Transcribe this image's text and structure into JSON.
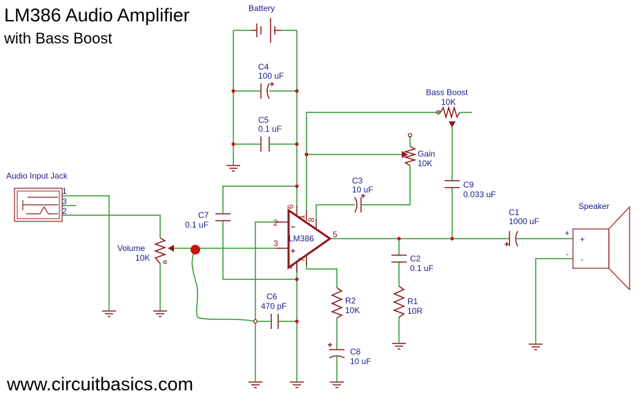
{
  "title": {
    "line1": "LM386 Audio Amplifier",
    "line2": "with Bass Boost"
  },
  "footer": "www.circuitbasics.com",
  "ic": {
    "name": "LM386",
    "pins": {
      "p1": "1",
      "p2": "2",
      "p3": "3",
      "p4": "4",
      "p5": "5",
      "p6": "6",
      "p7": "7",
      "p8": "8"
    },
    "minus": "−",
    "plus": "+"
  },
  "battery": {
    "label": "Battery"
  },
  "c4": {
    "ref": "C4",
    "value": "100 uF"
  },
  "c5": {
    "ref": "C5",
    "value": "0.1 uF"
  },
  "c3": {
    "ref": "C3",
    "value": "10 uF"
  },
  "c7": {
    "ref": "C7",
    "value": "0.1 uF"
  },
  "c6": {
    "ref": "C6",
    "value": "470 pF"
  },
  "c8": {
    "ref": "C8",
    "value": "10 uF"
  },
  "c2": {
    "ref": "C2",
    "value": "0.1 uF"
  },
  "c9": {
    "ref": "C9",
    "value": "0.033 uF"
  },
  "c1": {
    "ref": "C1",
    "value": "1000 uF"
  },
  "r1": {
    "ref": "R1",
    "value": "10R"
  },
  "r2": {
    "ref": "R2",
    "value": "10K"
  },
  "bass_boost": {
    "ref": "Bass Boost",
    "value": "10K"
  },
  "gain": {
    "ref": "Gain",
    "value": "10K"
  },
  "volume": {
    "ref": "Volume",
    "value": "10K"
  },
  "input_jack": {
    "label": "Audio Input Jack",
    "pins": [
      "1",
      "3",
      "2"
    ]
  },
  "speaker": {
    "label": "Speaker",
    "plus": "+",
    "minus": "-",
    "term_plus": "+",
    "term_minus": "-"
  }
}
